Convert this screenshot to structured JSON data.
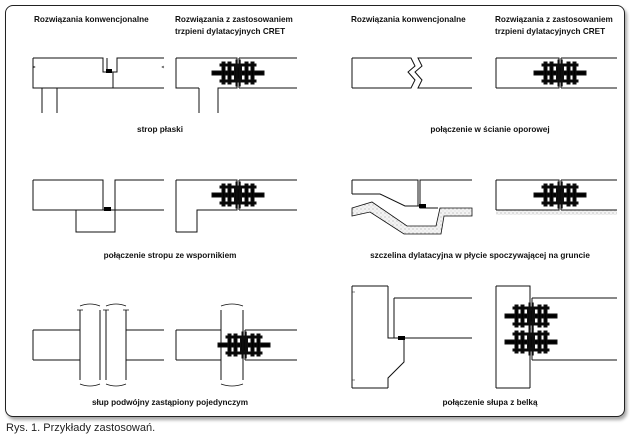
{
  "headers": {
    "left_conventional": "Rozwiązania konwencjonalne",
    "left_cret_line1": "Rozwiązania z zastosowaniem",
    "left_cret_line2": "trzpieni dylatacyjnych CRET",
    "right_conventional": "Rozwiązania konwencjonalne",
    "right_cret_line1": "Rozwiązania z zastosowaniem",
    "right_cret_line2": "trzpieni dylatacyjnych CRET"
  },
  "captions": {
    "flat_slab": "strop płaski",
    "retaining_wall": "połączenie w ścianie oporowej",
    "corbel": "połączenie stropu ze wspornikiem",
    "ground_slab": "szczelina dylatacyjna w płycie spoczywającej na gruncie",
    "double_column": "słup podwójny zastąpiony pojedynczym",
    "column_beam": "połączenie słupa z belką"
  },
  "figure_caption": "Rys. 1.  Przykłady zastosowań."
}
